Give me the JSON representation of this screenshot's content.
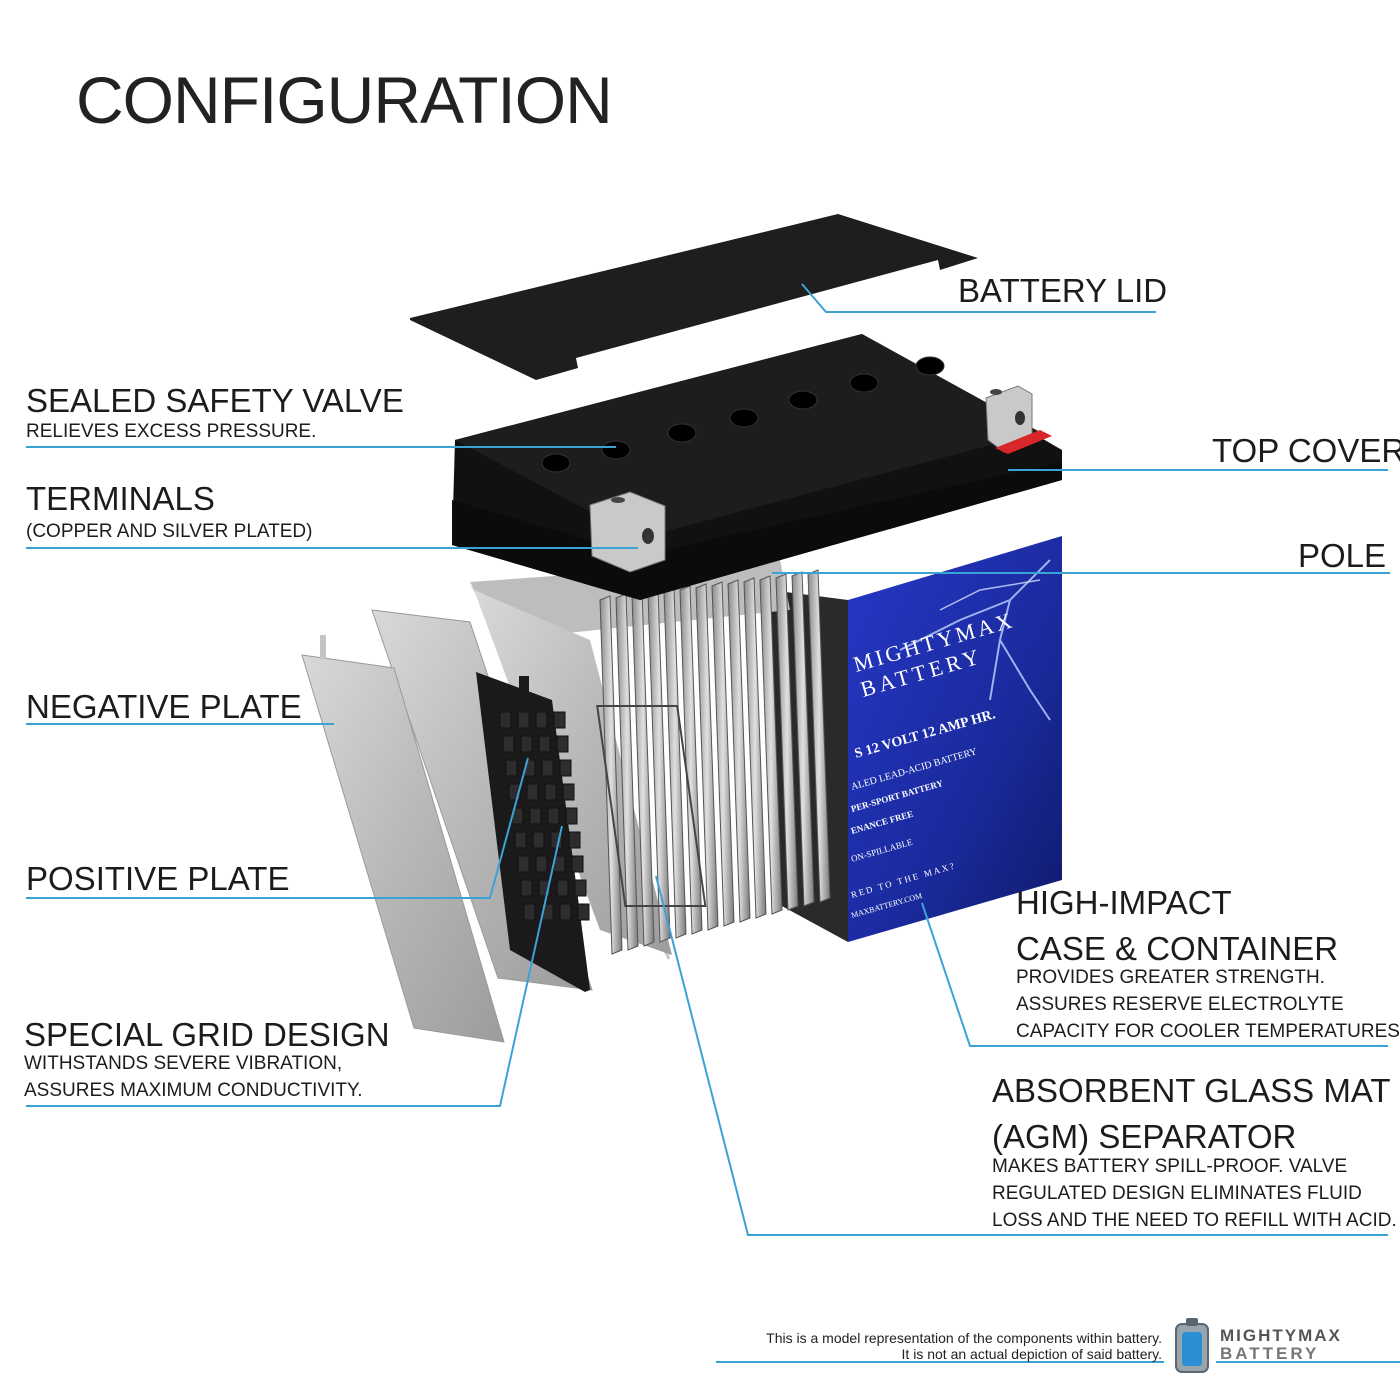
{
  "title": "CONFIGURATION",
  "labels": {
    "battery_lid": "BATTERY LID",
    "sealed_safety_valve": {
      "title": "SEALED SAFETY VALVE",
      "desc": "RELIEVES EXCESS PRESSURE."
    },
    "top_cover": "TOP COVER",
    "terminals": {
      "title": "TERMINALS",
      "desc": "(COPPER AND SILVER PLATED)"
    },
    "pole": "POLE",
    "negative_plate": "NEGATIVE PLATE",
    "positive_plate": "POSITIVE PLATE",
    "special_grid": {
      "title": "SPECIAL GRID DESIGN",
      "desc1": "WITHSTANDS SEVERE VIBRATION,",
      "desc2": "ASSURES MAXIMUM CONDUCTIVITY."
    },
    "high_impact": {
      "title1": "HIGH-IMPACT",
      "title2": "CASE & CONTAINER",
      "desc1": "PROVIDES GREATER STRENGTH.",
      "desc2": "ASSURES RESERVE ELECTROLYTE",
      "desc3": "CAPACITY FOR COOLER TEMPERATURES."
    },
    "agm": {
      "title1": "ABSORBENT GLASS MAT",
      "title2": "(AGM) SEPARATOR",
      "desc1": "MAKES BATTERY SPILL-PROOF. VALVE",
      "desc2": "REGULATED DESIGN ELIMINATES FLUID",
      "desc3": "LOSS AND THE NEED TO REFILL WITH ACID."
    }
  },
  "battery_label": {
    "brand_line1": "MIGHTYMAX",
    "brand_line2": "BATTERY",
    "spec": "S 12 VOLT 12 AMP HR.",
    "line1": "ALED LEAD-ACID BATTERY",
    "line2": "PER-SPORT BATTERY",
    "line3": "ENANCE FREE",
    "line4": "ON-SPILLABLE",
    "line5": "RED TO THE MAX?",
    "line6": "MAXBATTERY.COM"
  },
  "footer": {
    "note1": "This is a model representation of the components within battery.",
    "note2": "It is not an actual depiction of said battery.",
    "brand_line1": "MIGHTYMAX",
    "brand_line2": "BATTERY"
  },
  "colors": {
    "leader": "#3aa3d6",
    "case_blue": "#1b2a9e",
    "terminal_red": "#d8262a"
  }
}
